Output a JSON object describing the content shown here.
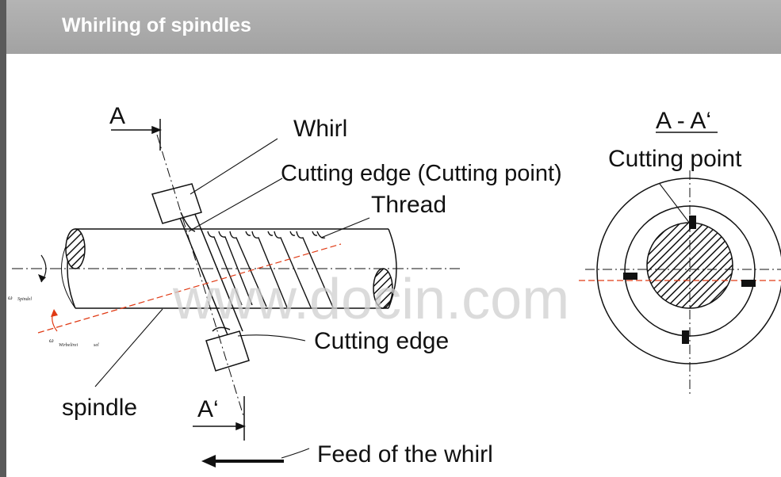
{
  "header": {
    "title": "Whirling of spindles"
  },
  "labels": {
    "section_a": "A",
    "section_a_prime": "A‘",
    "whirl": "Whirl",
    "cutting_edge_point": "Cutting edge (Cutting point)",
    "thread": "Thread",
    "cutting_edge": "Cutting edge",
    "spindle": "spindle",
    "feed": "Feed of the whirl",
    "section_title": "A - A‘",
    "cutting_point": "Cutting point",
    "omega": "ω",
    "omega_spindel": "Spindel",
    "omega_wirbel": "Wirbelirei",
    "omega_sel": "sel"
  },
  "watermark": "www.docin.com",
  "colors": {
    "header_bg": "#a9a9a9",
    "accent_red": "#e03a14",
    "watermark": "#cfcfcf"
  }
}
